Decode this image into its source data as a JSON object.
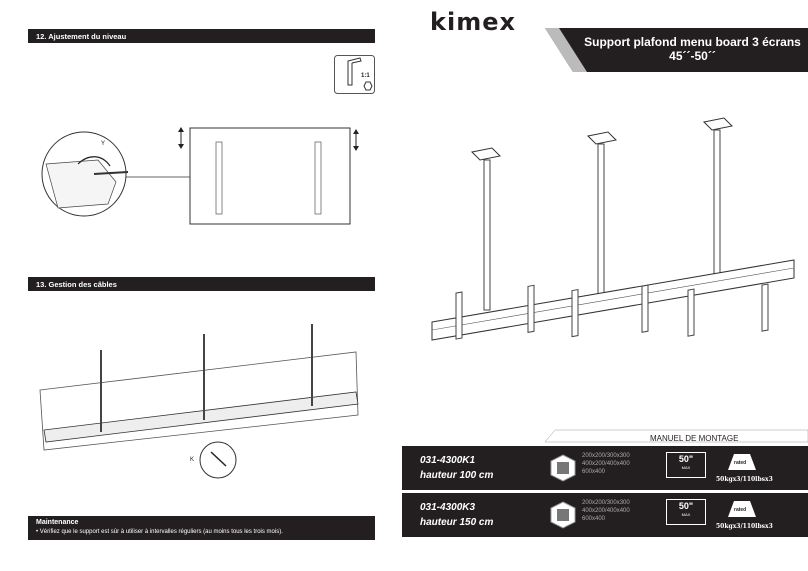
{
  "left": {
    "section12_title": "12. Ajustement du niveau",
    "scale_label": "1:1",
    "callout_letter_y": "Y",
    "section13_title": "13. Gestion des câbles",
    "callout_letter_k": "K",
    "maintenance": {
      "title": "Maintenance",
      "text": "• Vérifiez que le support est sûr à utiliser à intervalles réguliers (au moins tous les trois mois)."
    }
  },
  "right": {
    "brand": "kimex",
    "title_line1": "Support plafond menu board 3 écrans",
    "title_line2": "45´´-50´´",
    "manual_label": "MANUEL DE MONTAGE",
    "products": [
      {
        "code": "031-4300K1",
        "height": "hauteur 100 cm",
        "vesa_line1": "200x200/300x300",
        "vesa_line2": "400x200/400x400",
        "vesa_line3": "600x400",
        "screen_size": "50\"",
        "screen_max": "MAX",
        "rated_label": "rated",
        "load": "50kgx3/110lbsx3"
      },
      {
        "code": "031-4300K3",
        "height": "hauteur 150 cm",
        "vesa_line1": "200x200/300x300",
        "vesa_line2": "400x200/400x400",
        "vesa_line3": "600x400",
        "screen_size": "50\"",
        "screen_max": "MAX",
        "rated_label": "rated",
        "load": "50kgx3/110lbsx3"
      }
    ]
  }
}
